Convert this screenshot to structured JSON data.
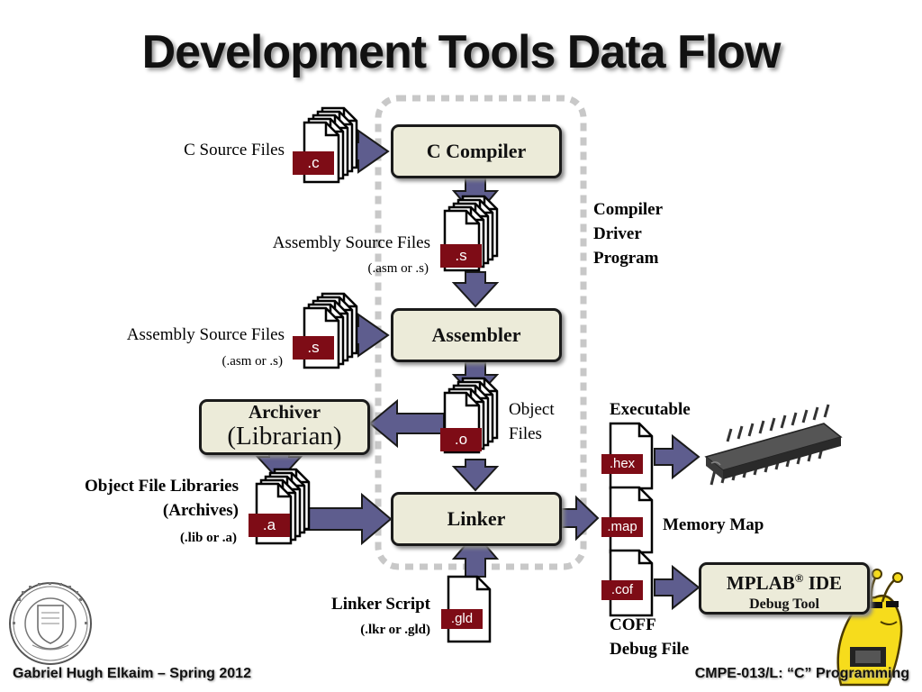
{
  "title": "Development Tools Data Flow",
  "boxes": {
    "c_compiler": "C Compiler",
    "assembler": "Assembler",
    "linker": "Linker",
    "archiver_line1": "Archiver",
    "archiver_line2": "(Librarian)",
    "mplab_name": "MPLAB",
    "mplab_reg": "®",
    "mplab_ide": " IDE",
    "mplab_sub": "Debug Tool"
  },
  "labels": {
    "c_source": "C Source Files",
    "asm_source_1": "Assembly Source Files",
    "asm_ext_1": "(.asm or .s)",
    "asm_source_2": "Assembly Source Files",
    "asm_ext_2": "(.asm or .s)",
    "object_files_1": "Object",
    "object_files_2": "Files",
    "obj_libs_1": "Object File Libraries",
    "obj_libs_2": "(Archives)",
    "obj_libs_ext": "(.lib or .a)",
    "linker_script": "Linker Script",
    "linker_script_ext": "(.lkr or .gld)",
    "compiler_driver_1": "Compiler",
    "compiler_driver_2": "Driver",
    "compiler_driver_3": "Program",
    "executable": "Executable",
    "memory_map": "Memory Map",
    "coff_1": "COFF",
    "coff_2": "Debug File"
  },
  "file_tags": {
    "c": ".c",
    "s_compiler": ".s",
    "s_input": ".s",
    "o": ".o",
    "a": ".a",
    "gld": ".gld",
    "hex": ".hex",
    "map": ".map",
    "cof": ".cof"
  },
  "footer": {
    "left": "Gabriel Hugh Elkaim – Spring 2012",
    "right": "CMPE-013/L: “C” Programming"
  },
  "colors": {
    "arrow_fill": "#5e5d8e",
    "box_fill": "#ecebd9",
    "tag_fill": "#7e0c16",
    "dashed_border": "#c8c8c8"
  }
}
